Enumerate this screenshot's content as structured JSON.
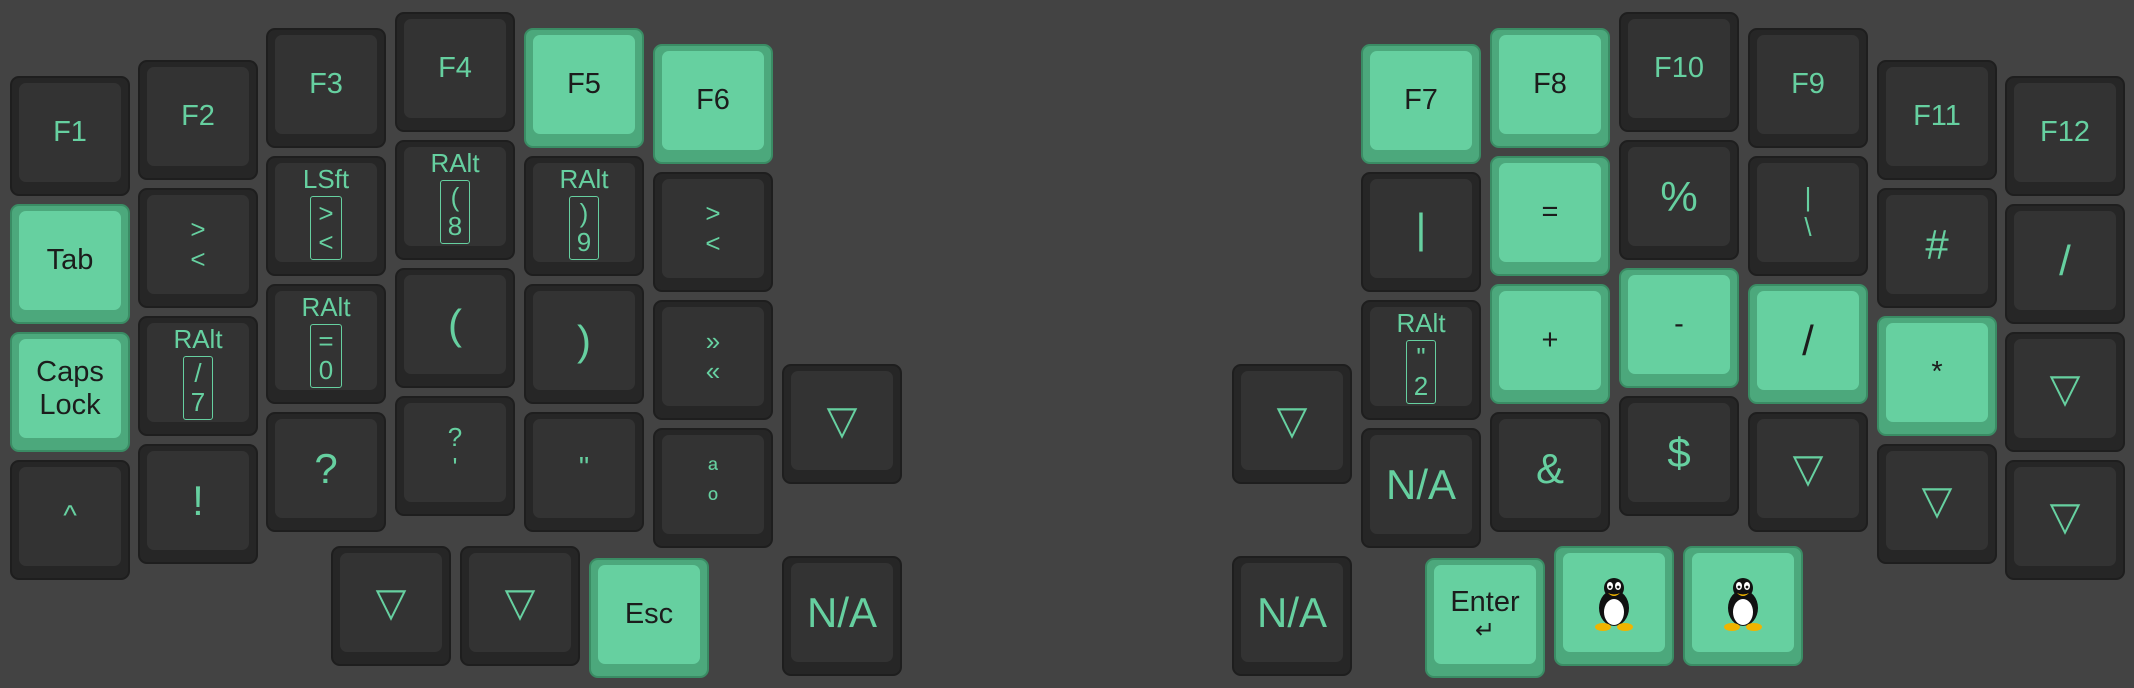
{
  "keys": {
    "l0": {
      "tap": "F1"
    },
    "l1": {
      "tap": "F2"
    },
    "l2": {
      "tap": "F3"
    },
    "l3": {
      "tap": "F4"
    },
    "l4": {
      "tap": "F5"
    },
    "l5": {
      "tap": "F6"
    },
    "l6": {
      "tap": "Tab"
    },
    "l7": {
      "top": ">",
      "bottom": "<"
    },
    "l8": {
      "hold": "LSft",
      "top": ">",
      "bottom": "<"
    },
    "l9": {
      "hold": "RAlt",
      "top": "(",
      "bottom": "8"
    },
    "l10": {
      "hold": "RAlt",
      "top": ")",
      "bottom": "9"
    },
    "l11": {
      "top": ">",
      "bottom": "<"
    },
    "l12": {
      "tap1": "Caps",
      "tap2": "Lock"
    },
    "l13": {
      "hold": "RAlt",
      "top": "/",
      "bottom": "7"
    },
    "l14": {
      "hold": "RAlt",
      "top": "=",
      "bottom": "0"
    },
    "l15": {
      "tap": "("
    },
    "l16": {
      "tap": ")"
    },
    "l17": {
      "top": "»",
      "bottom": "«"
    },
    "l18": {
      "tap": "^"
    },
    "l19": {
      "tap": "!"
    },
    "l20": {
      "tap": "?"
    },
    "l21": {
      "top": "?",
      "bottom": "'"
    },
    "l22": {
      "tap": "\""
    },
    "l23": {
      "top": "ª",
      "bottom": "º"
    },
    "l24": {
      "tap": "▽"
    },
    "l25": {
      "tap": "▽"
    },
    "l26": {
      "tap": "▽"
    },
    "l27": {
      "tap": "Esc"
    },
    "l28": {
      "tap": "N/A"
    },
    "r0": {
      "tap": "F7"
    },
    "r1": {
      "tap": "F8"
    },
    "r2": {
      "tap": "F10"
    },
    "r3": {
      "tap": "F9"
    },
    "r4": {
      "tap": "F11"
    },
    "r5": {
      "tap": "F12"
    },
    "r6": {
      "tap": "|"
    },
    "r7": {
      "tap": "="
    },
    "r8": {
      "tap": "%"
    },
    "r9": {
      "top": "|",
      "bottom": "\\"
    },
    "r10": {
      "tap": "#"
    },
    "r11": {
      "tap": "/"
    },
    "r12": {
      "hold": "RAlt",
      "top": "\"",
      "bottom": "2"
    },
    "r13": {
      "tap": "+"
    },
    "r14": {
      "tap": "-"
    },
    "r15": {
      "tap": "/"
    },
    "r16": {
      "tap": "*"
    },
    "r17": {
      "tap": "▽"
    },
    "r18": {
      "tap": "▽"
    },
    "r19": {
      "tap": "N/A"
    },
    "r20": {
      "tap": "&"
    },
    "r21": {
      "tap": "$"
    },
    "r22": {
      "tap": "▽"
    },
    "r23": {
      "tap": "▽"
    },
    "r24": {
      "tap": "▽"
    },
    "r25": {
      "tap": "N/A"
    },
    "r26": {
      "tap": "Enter",
      "symbol": "↵"
    },
    "r27": {
      "icon": "tux-linux-icon"
    },
    "r28": {
      "icon": "tux-linux-icon"
    }
  },
  "colors": {
    "background": "#434343",
    "key_default": "#333333",
    "key_highlight": "#66d0a0",
    "legend_default": "#66d0a0",
    "legend_highlight": "#1c1c1c"
  }
}
